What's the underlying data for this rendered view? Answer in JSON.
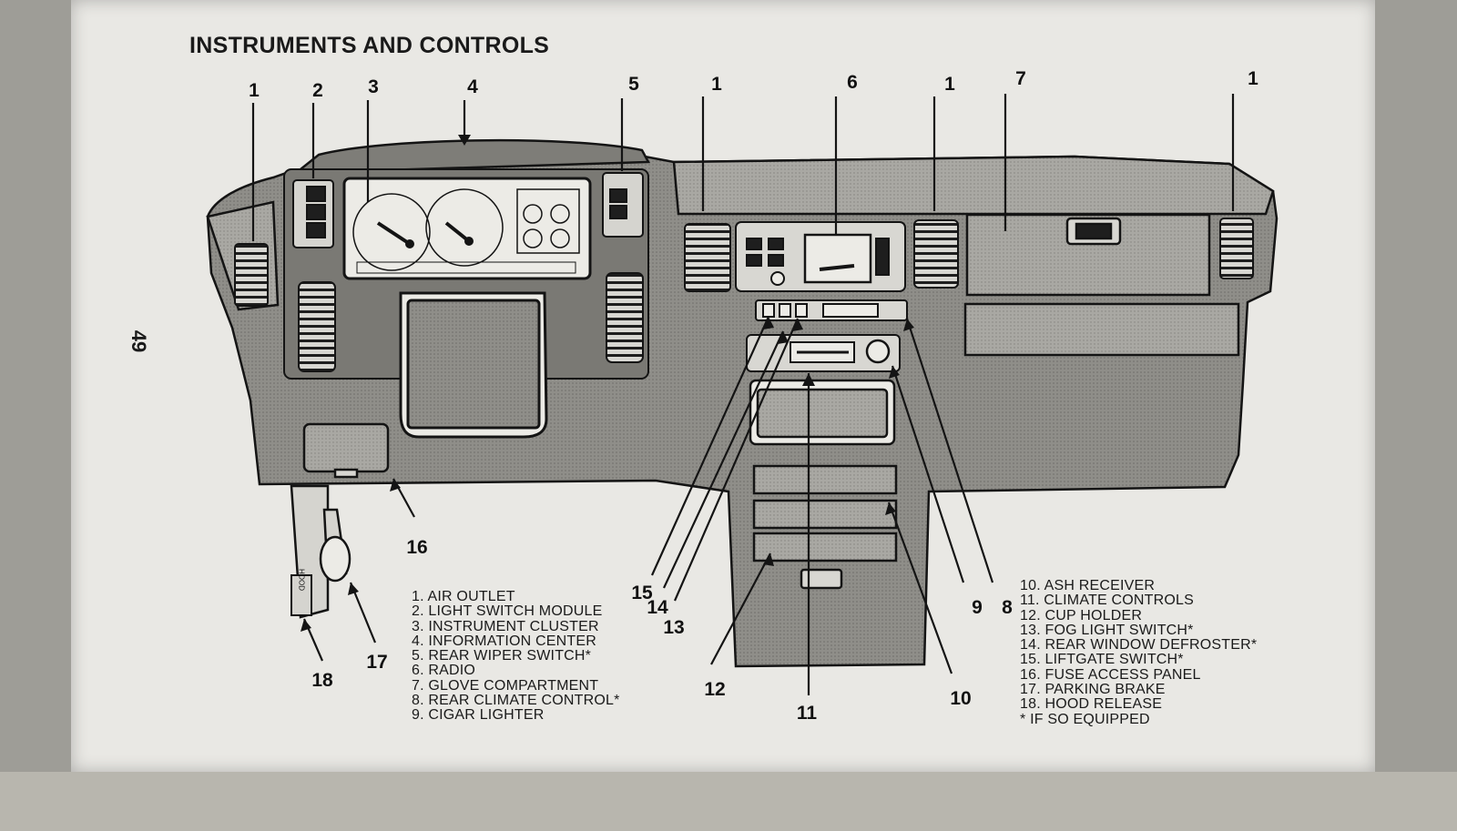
{
  "title": "INSTRUMENTS AND CONTROLS",
  "page_number": "49",
  "callouts": {
    "c1a": "1",
    "c2": "2",
    "c3": "3",
    "c4": "4",
    "c5": "5",
    "c1b": "1",
    "c6": "6",
    "c1c": "1",
    "c7": "7",
    "c1d": "1",
    "c15": "15",
    "c14": "14",
    "c13": "13",
    "c12": "12",
    "c11": "11",
    "c10": "10",
    "c9": "9",
    "c8": "8",
    "c16": "16",
    "c17": "17",
    "c18": "18"
  },
  "legend_left": [
    "1.  AIR OUTLET",
    "2.  LIGHT SWITCH MODULE",
    "3.  INSTRUMENT CLUSTER",
    "4.  INFORMATION CENTER",
    "5.  REAR WIPER SWITCH*",
    "6.  RADIO",
    "7.  GLOVE COMPARTMENT",
    "8.  REAR CLIMATE CONTROL*",
    "9.  CIGAR LIGHTER"
  ],
  "legend_right": [
    "10.  ASH RECEIVER",
    "11.  CLIMATE CONTROLS",
    "12.  CUP HOLDER",
    "13.  FOG LIGHT SWITCH*",
    "14.  REAR WINDOW DEFROSTER*",
    "15.  LIFTGATE SWITCH*",
    "16.  FUSE ACCESS PANEL",
    "17.  PARKING BRAKE",
    "18.  HOOD RELEASE",
    "*    IF SO EQUIPPED"
  ],
  "hood_label": "HOOD"
}
